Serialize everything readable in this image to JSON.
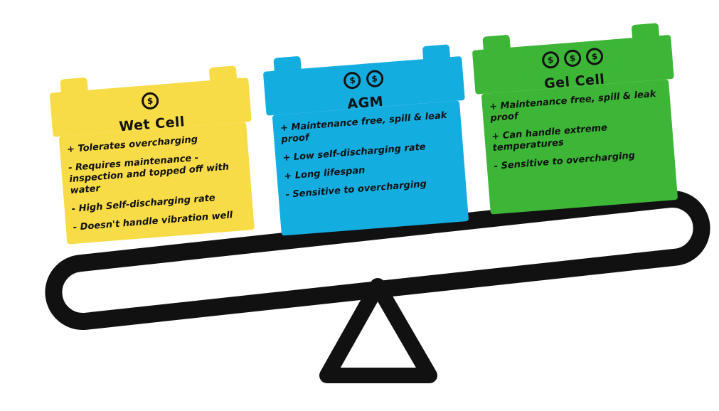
{
  "colors": {
    "wet_cell": "#f8dc47",
    "agm": "#14ade0",
    "gel_cell": "#3db638",
    "scale": "#111111"
  },
  "batteries": [
    {
      "title": "Wet Cell",
      "cost_symbols": [
        "$"
      ],
      "items": [
        "+ Tolerates overcharging",
        "- Requires maintenance - inspection and topped off with water",
        "- High Self-discharging rate",
        "- Doesn't handle vibration well"
      ]
    },
    {
      "title": "AGM",
      "cost_symbols": [
        "$",
        "$"
      ],
      "items": [
        "+ Maintenance free, spill & leak proof",
        "+ Low self-discharging rate",
        "+ Long lifespan",
        "- Sensitive to overcharging"
      ]
    },
    {
      "title": "Gel Cell",
      "cost_symbols": [
        "$",
        "$",
        "$"
      ],
      "items": [
        "+ Maintenance free, spill & leak proof",
        "+ Can handle extreme temperatures",
        "- Sensitive to overcharging"
      ]
    }
  ]
}
